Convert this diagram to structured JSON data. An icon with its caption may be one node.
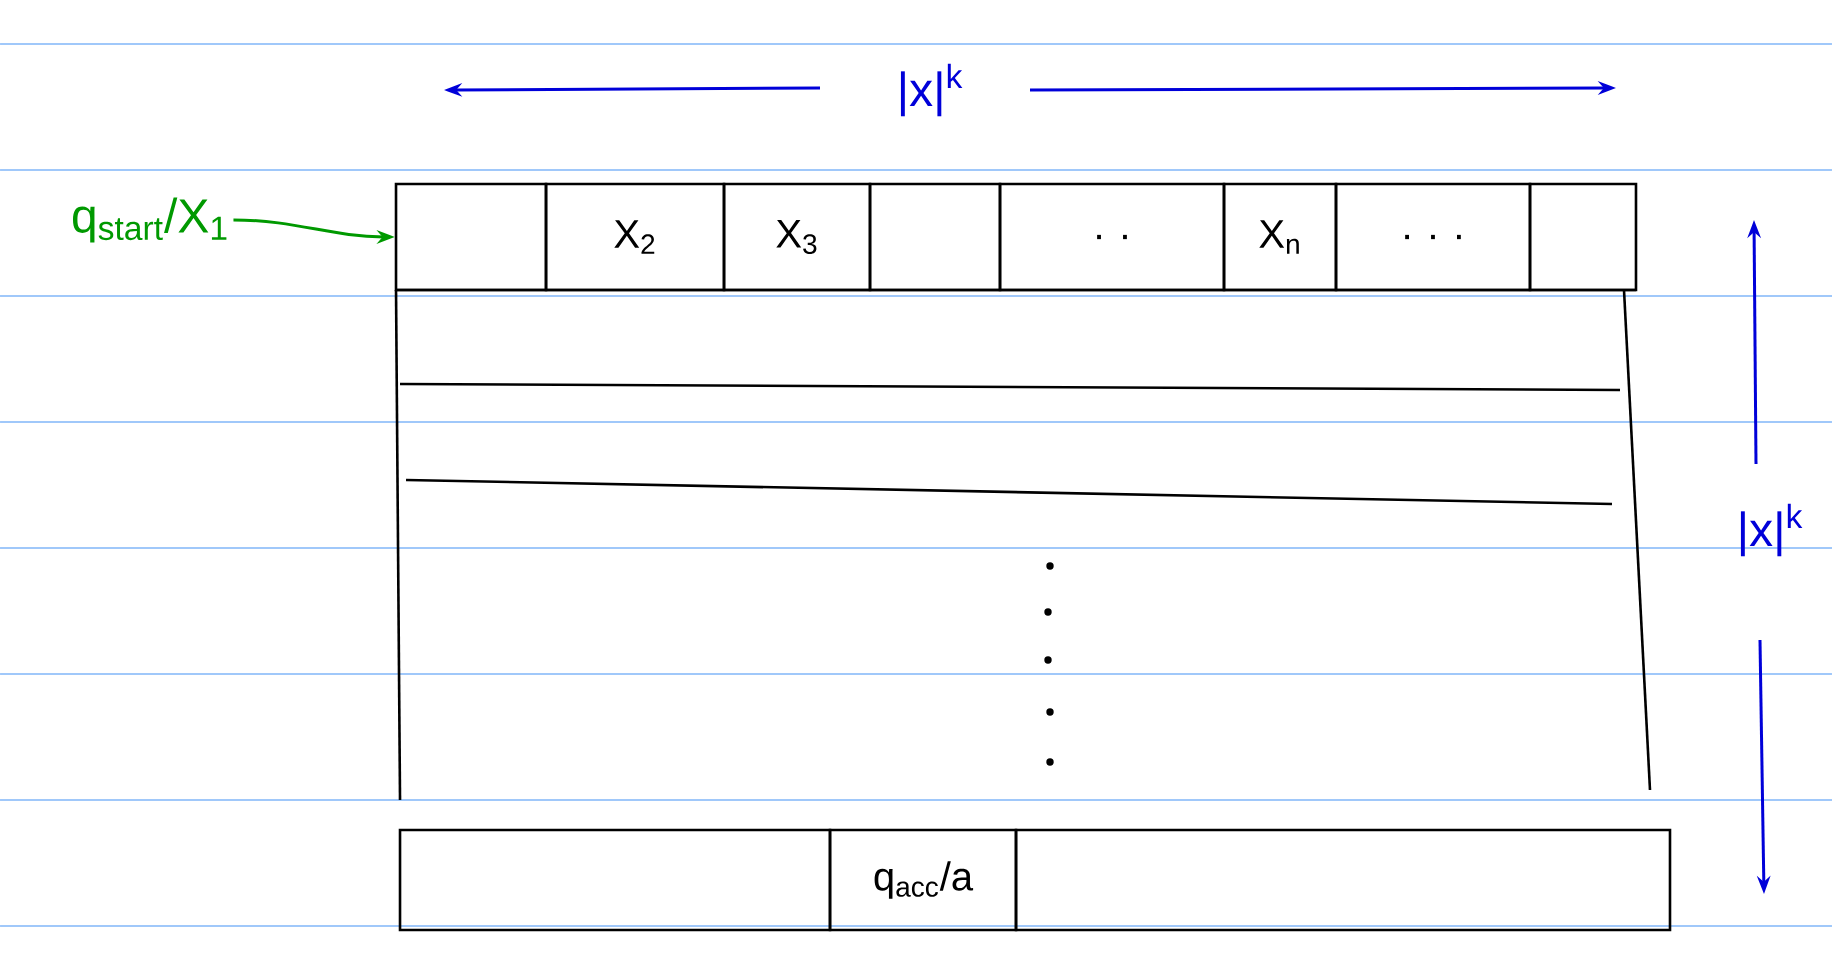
{
  "diagram": {
    "nodes": [
      {
        "text": [
          "q$_{start}$/X$_{1}$"
        ]
      },
      {
        "text": [],
        "shape": "box"
      },
      {
        "text": [
          "X$_{2}$"
        ]
      },
      {
        "text": [
          "X$_{3}$"
        ]
      },
      {
        "text": [],
        "shape": "box"
      },
      {
        "text": [
          ". ."
        ]
      },
      {
        "text": [
          "X$_{n}$"
        ]
      },
      {
        "text": [
          ". . ."
        ]
      },
      {
        "text": [],
        "shape": "box"
      },
      {
        "text": [],
        "shape": "box"
      },
      {
        "text": [
          "q$_{acc}$/a"
        ]
      },
      {
        "text": [],
        "shape": "box"
      }
    ],
    "edges": [
      {
        "from": 0,
        "to": 1,
        "arrow": "to"
      }
    ],
    "labels": [
      "|x|$^{k}$",
      "|x|$^{k}$"
    ]
  }
}
